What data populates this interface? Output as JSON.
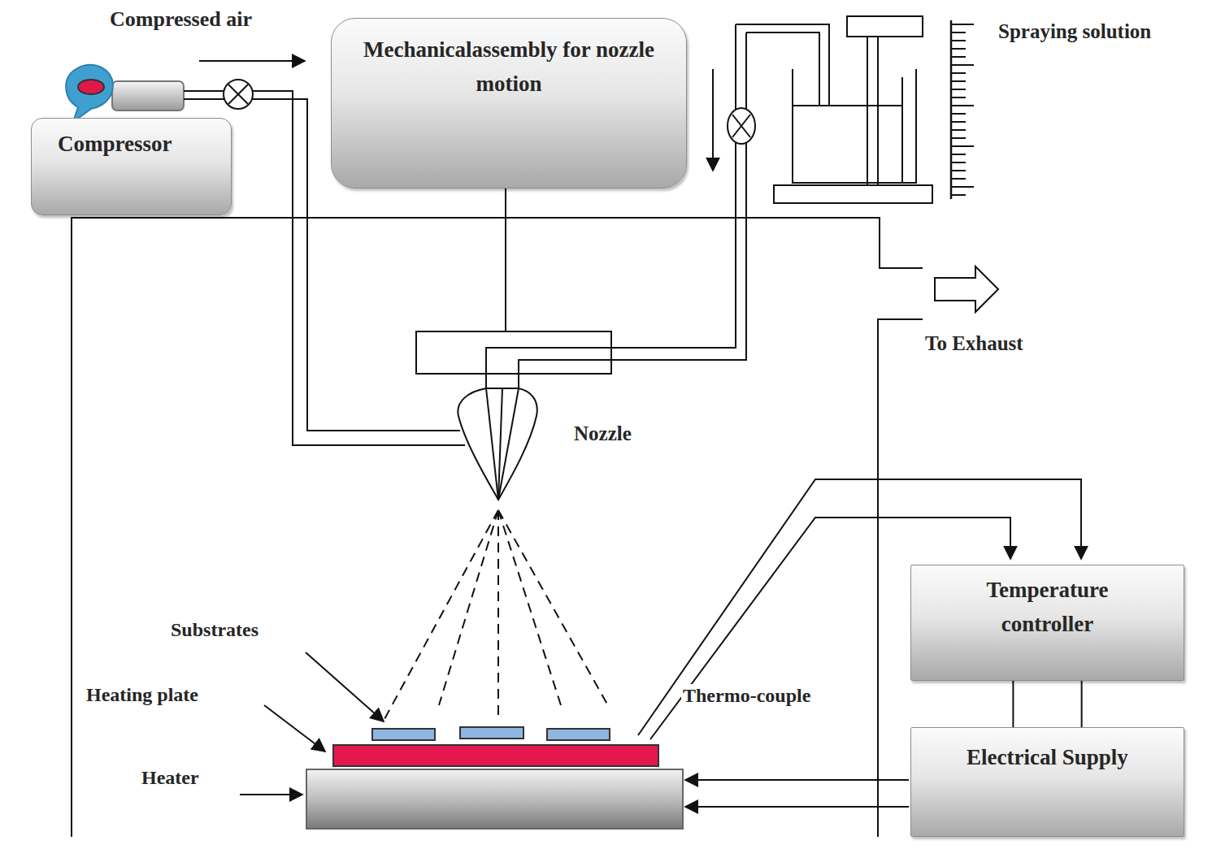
{
  "diagram": {
    "nodes": [
      {
        "text": [
          "Compressor"
        ]
      },
      {
        "text": [
          "Mechanicalassembly for nozzle motion"
        ]
      },
      {
        "text": [
          "Temperature controller"
        ]
      },
      {
        "text": [
          "Electrical Supply"
        ]
      }
    ],
    "edges": [
      {
        "from": 2,
        "to": 3,
        "arrow": "none"
      },
      {
        "from": 2,
        "to": 3,
        "arrow": "none"
      }
    ],
    "labels": [
      "Compressed air",
      "Spraying solution",
      "To Exhaust",
      "Nozzle",
      "Substrates",
      "Heating plate",
      "Heater",
      "Thermo-couple"
    ]
  }
}
